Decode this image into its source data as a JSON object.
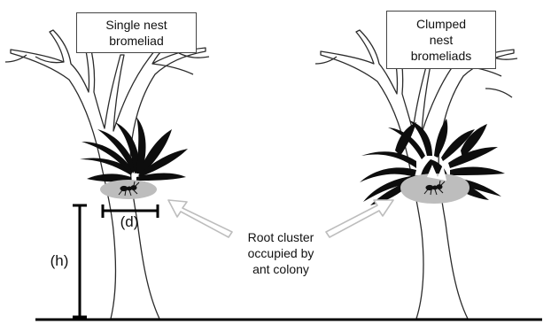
{
  "labels": {
    "single": [
      "Single nest",
      "bromeliad"
    ],
    "clumped": [
      "Clumped",
      "nest",
      "bromeliads"
    ],
    "root_cluster": [
      "Root cluster",
      "occupied by",
      "ant colony"
    ],
    "diameter": "(d)",
    "height": "(h)"
  },
  "colors": {
    "foliage": "#0d0d0d",
    "root_cluster": "#bdbdbd",
    "trunk_stroke": "#2b2b2b",
    "arrow_stroke": "#bdbdbd",
    "ground": "#000000"
  }
}
